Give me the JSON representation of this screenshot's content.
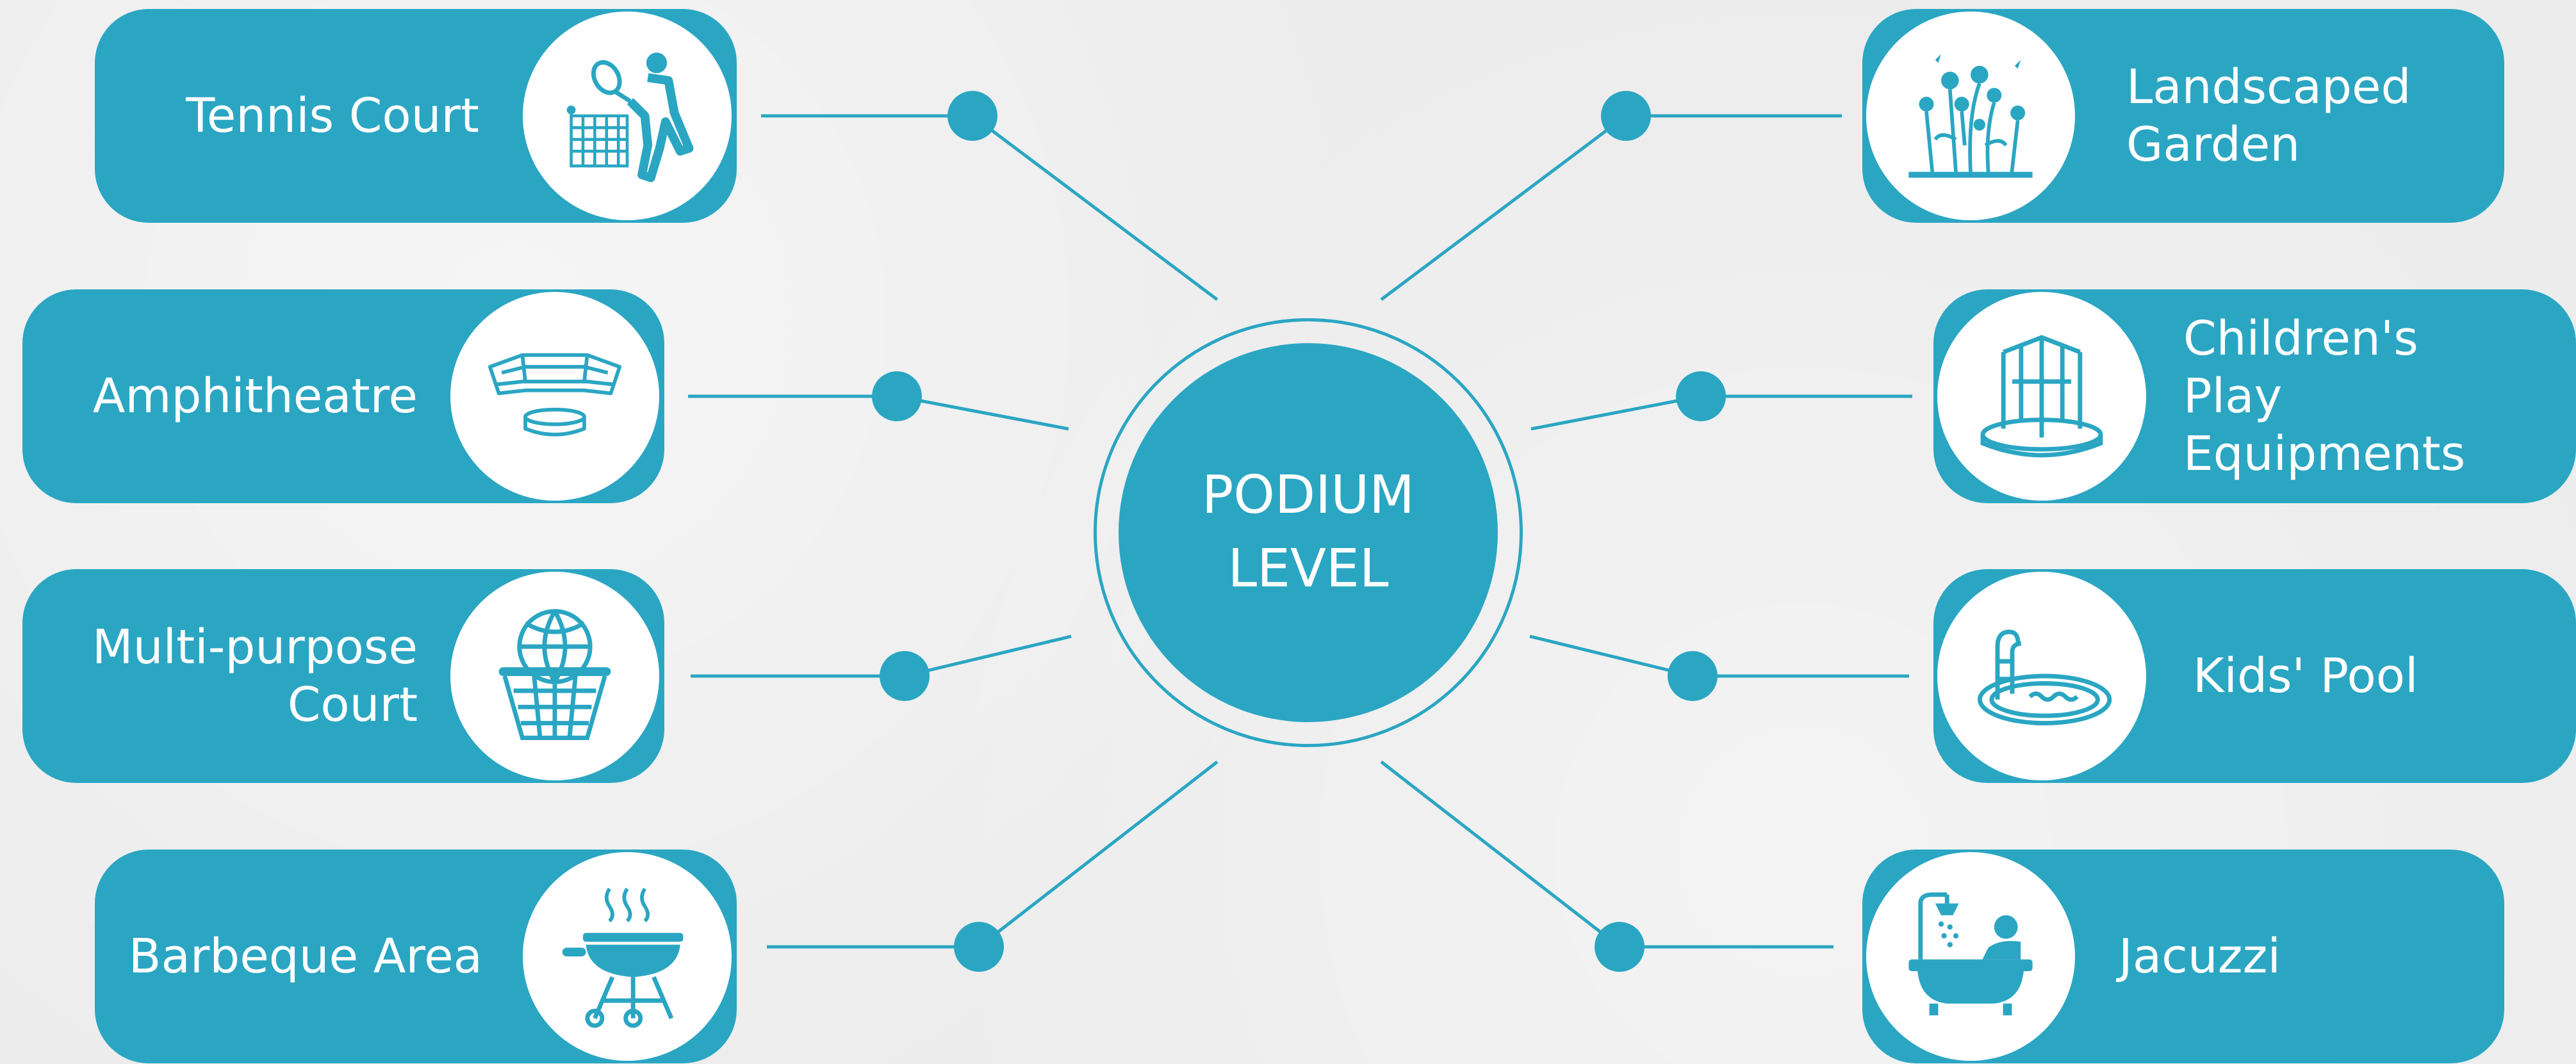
{
  "hub": {
    "line1": "PODIUM",
    "line2": "LEVEL"
  },
  "amenities": {
    "tennis": {
      "label": "Tennis Court",
      "icon": "tennis-player-icon"
    },
    "amphitheatre": {
      "label": "Amphitheatre",
      "icon": "amphitheatre-icon"
    },
    "multipurpose": {
      "label": "Multi-purpose\nCourt",
      "icon": "basketball-hoop-icon"
    },
    "barbeque": {
      "label": "Barbeque Area",
      "icon": "barbeque-grill-icon"
    },
    "garden": {
      "label": "Landscaped\nGarden",
      "icon": "flowers-icon"
    },
    "children": {
      "label": "Children's\nPlay Equipments",
      "icon": "merry-go-round-icon"
    },
    "kidspool": {
      "label": "Kids' Pool",
      "icon": "pool-icon"
    },
    "jacuzzi": {
      "label": "Jacuzzi",
      "icon": "bathtub-shower-icon"
    }
  },
  "colors": {
    "accent": "#2aa6c3",
    "background": "#ececec",
    "icon_bg": "#ffffff"
  }
}
